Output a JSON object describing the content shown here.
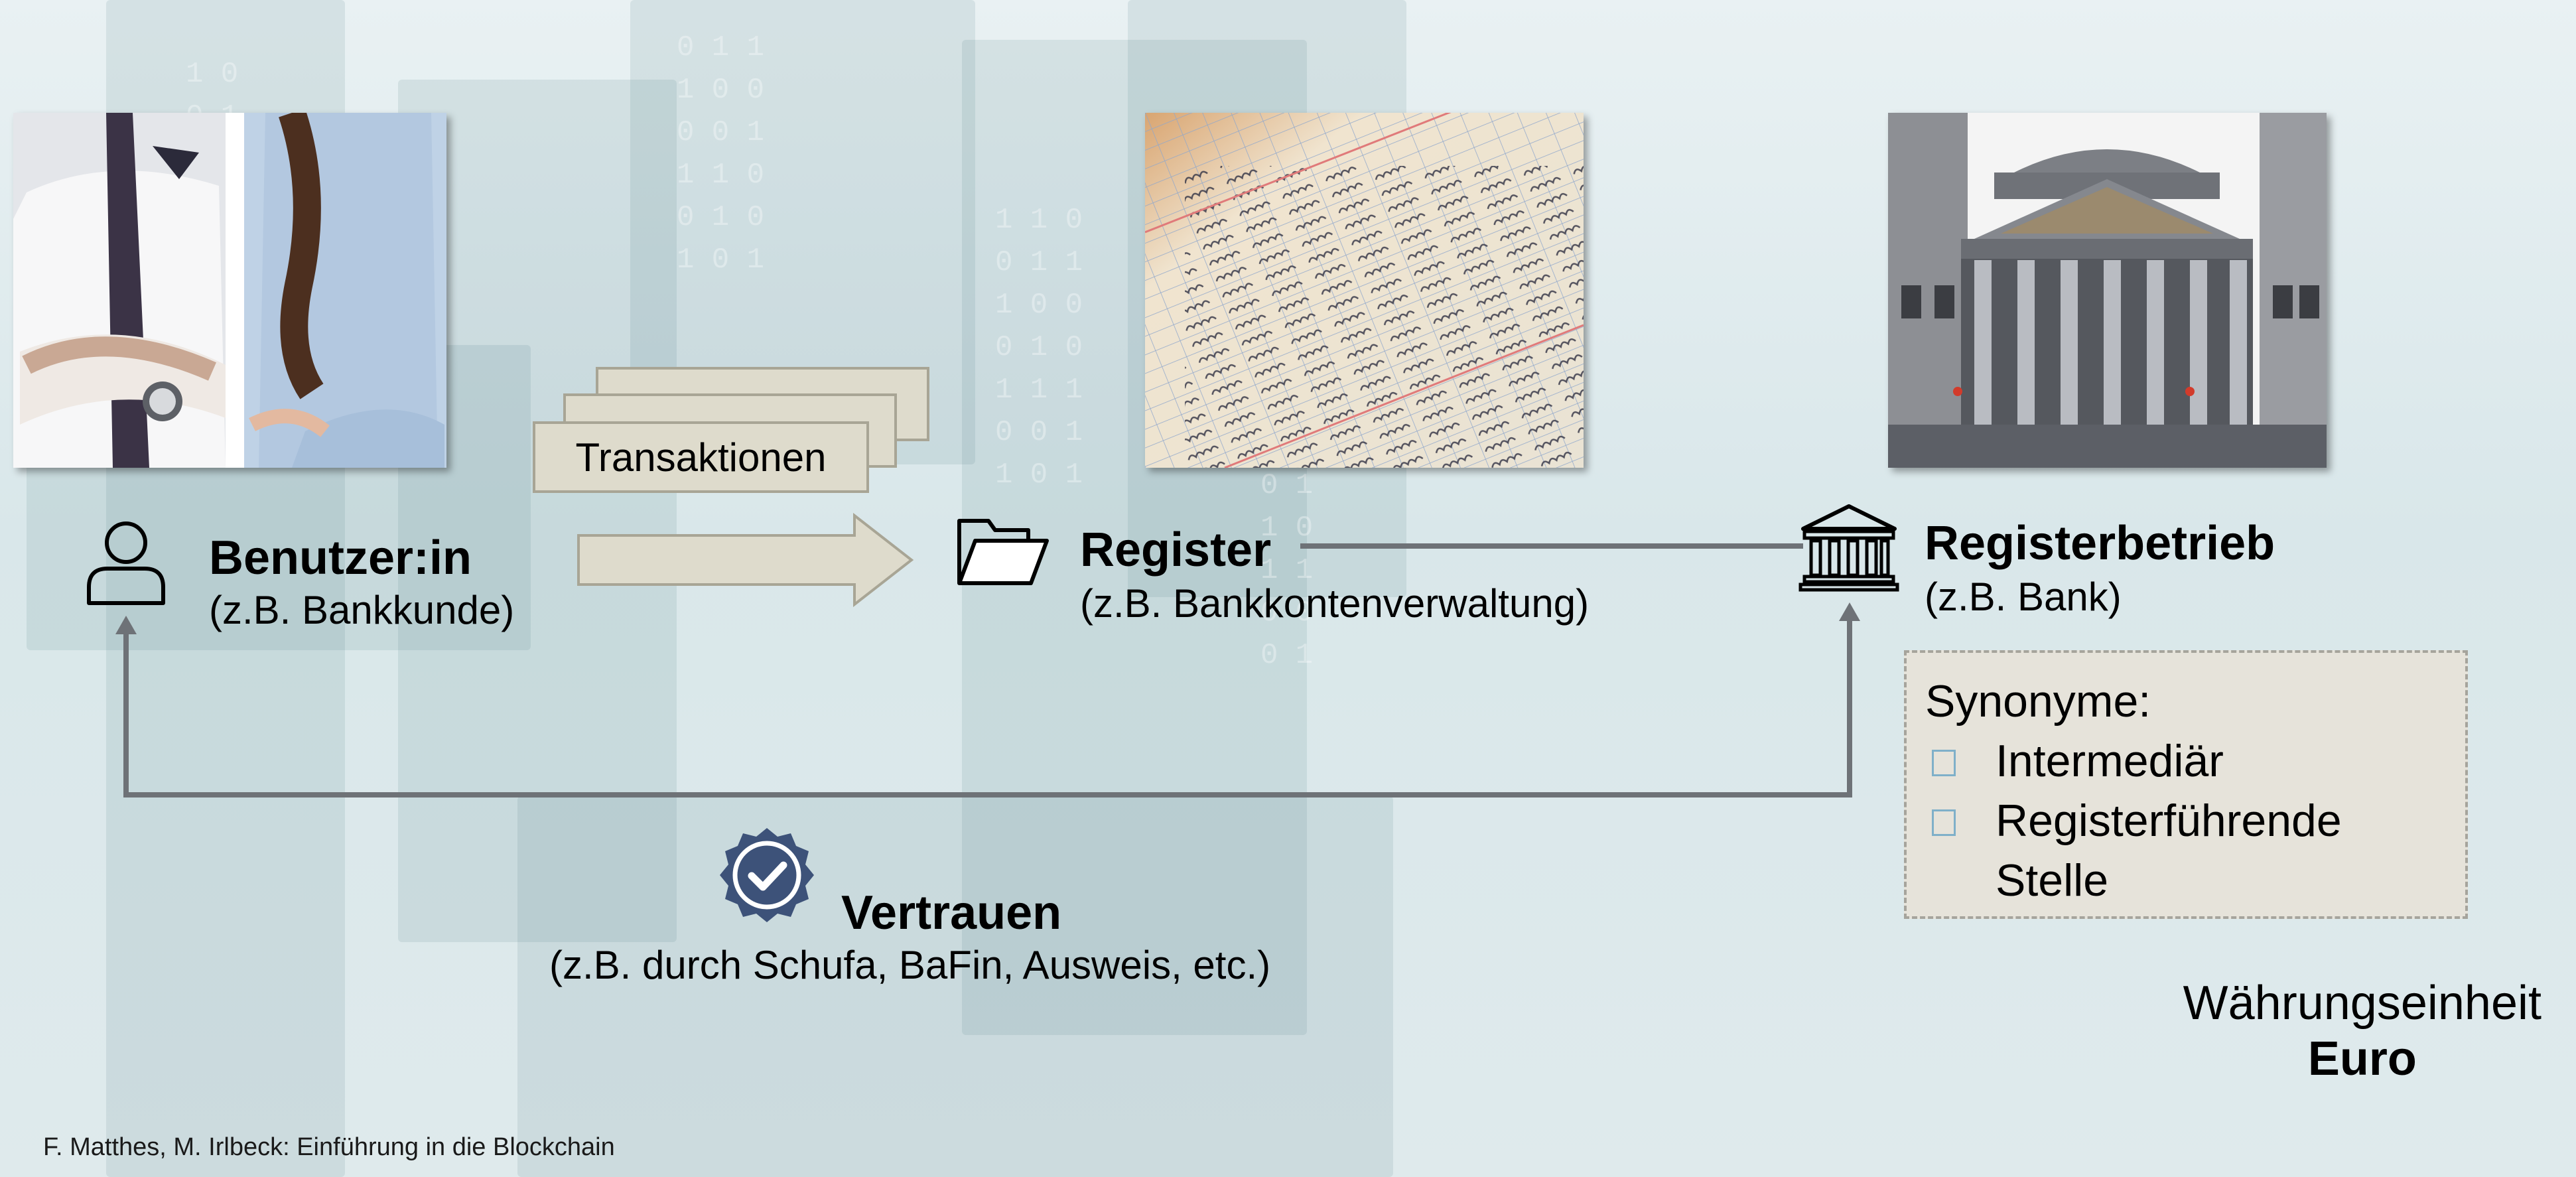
{
  "user": {
    "title": "Benutzer:in",
    "subtitle": "(z.B. Bankkunde)"
  },
  "transactions": {
    "label": "Transaktionen"
  },
  "register": {
    "title": "Register",
    "subtitle": "(z.B. Bankkontenverwaltung)"
  },
  "operator": {
    "title": "Registerbetrieb",
    "subtitle": "(z.B. Bank)"
  },
  "synonyms": {
    "heading": "Synonyme:",
    "items": [
      "Intermediär",
      "Registerführende",
      "Stelle"
    ]
  },
  "trust": {
    "title": "Vertrauen",
    "subtitle": "(z.B. durch Schufa, BaFin, Ausweis, etc.)"
  },
  "currency": {
    "label": "Währungseinheit",
    "value": "Euro"
  },
  "footer": {
    "text": "F. Matthes, M. Irlbeck: Einführung in die Blockchain"
  },
  "colors": {
    "connector": "#6e7277",
    "badge": "#3d5279",
    "card_fill": "#dedbcc",
    "card_border": "#a8a595"
  }
}
